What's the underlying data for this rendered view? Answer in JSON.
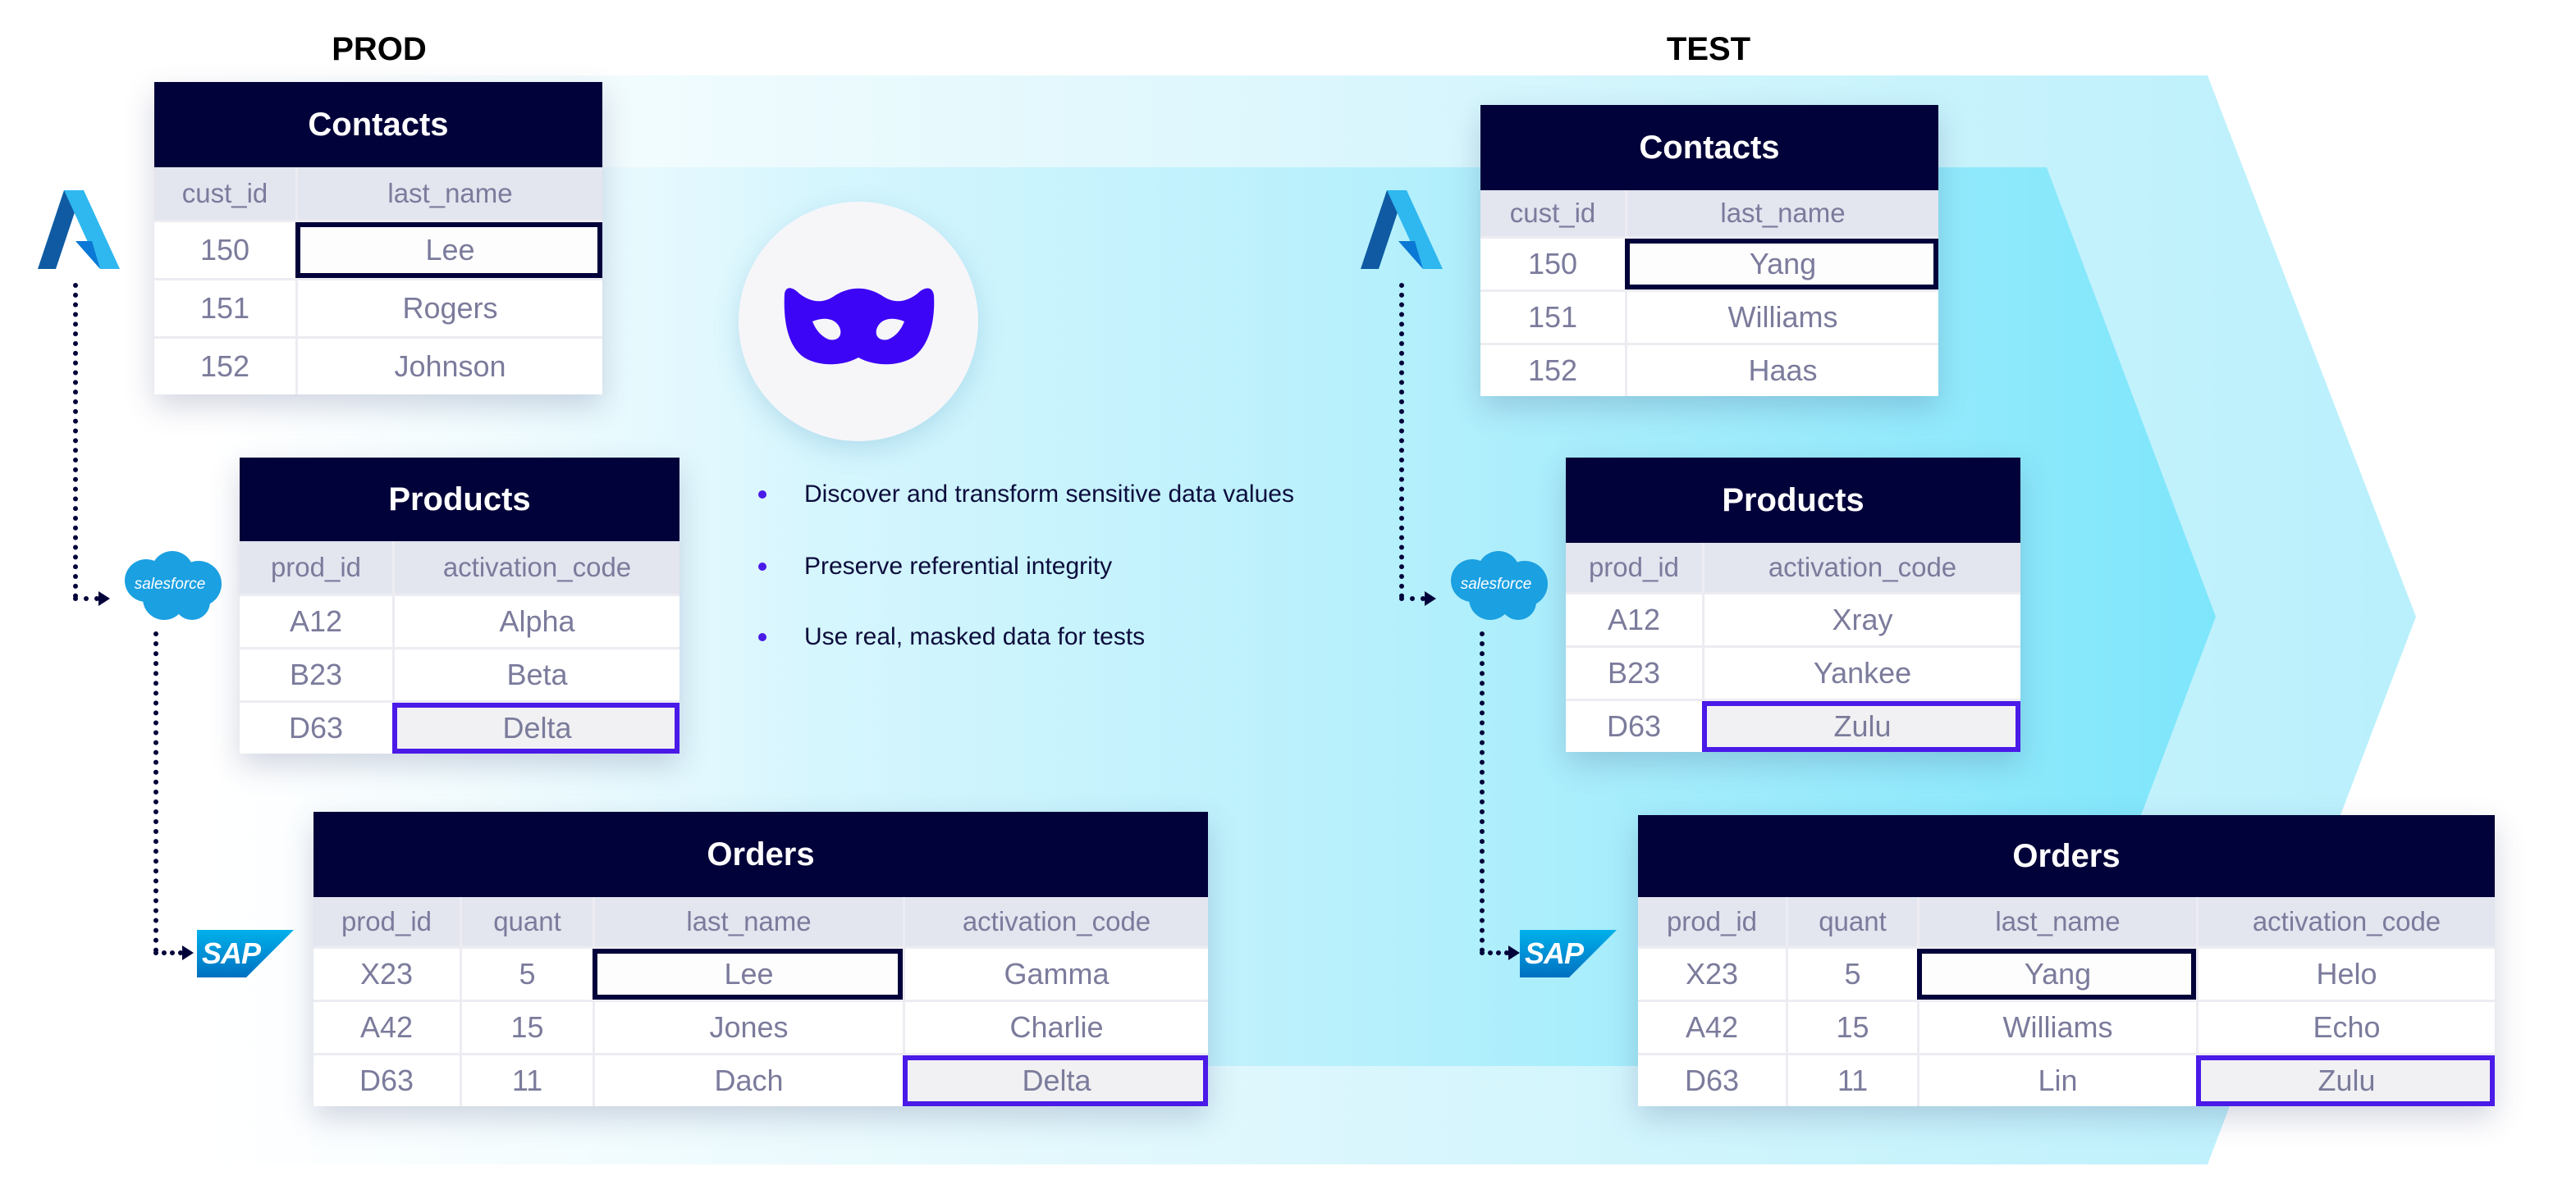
{
  "prod": {
    "label": "PROD",
    "contacts": {
      "title": "Contacts",
      "columns": [
        "cust_id",
        "last_name"
      ],
      "rows": [
        [
          "150",
          "Lee"
        ],
        [
          "151",
          "Rogers"
        ],
        [
          "152",
          "Johnson"
        ]
      ]
    },
    "products": {
      "title": "Products",
      "columns": [
        "prod_id",
        "activation_code"
      ],
      "rows": [
        [
          "A12",
          "Alpha"
        ],
        [
          "B23",
          "Beta"
        ],
        [
          "D63",
          "Delta"
        ]
      ]
    },
    "orders": {
      "title": "Orders",
      "columns": [
        "prod_id",
        "quant",
        "last_name",
        "activation_code"
      ],
      "rows": [
        [
          "X23",
          "5",
          "Lee",
          "Gamma"
        ],
        [
          "A42",
          "15",
          "Jones",
          "Charlie"
        ],
        [
          "D63",
          "11",
          "Dach",
          "Delta"
        ]
      ]
    }
  },
  "test": {
    "label": "TEST",
    "contacts": {
      "title": "Contacts",
      "columns": [
        "cust_id",
        "last_name"
      ],
      "rows": [
        [
          "150",
          "Yang"
        ],
        [
          "151",
          "Williams"
        ],
        [
          "152",
          "Haas"
        ]
      ]
    },
    "products": {
      "title": "Products",
      "columns": [
        "prod_id",
        "activation_code"
      ],
      "rows": [
        [
          "A12",
          "Xray"
        ],
        [
          "B23",
          "Yankee"
        ],
        [
          "D63",
          "Zulu"
        ]
      ]
    },
    "orders": {
      "title": "Orders",
      "columns": [
        "prod_id",
        "quant",
        "last_name",
        "activation_code"
      ],
      "rows": [
        [
          "X23",
          "5",
          "Yang",
          "Helo"
        ],
        [
          "A42",
          "15",
          "Williams",
          "Echo"
        ],
        [
          "D63",
          "11",
          "Lin",
          "Zulu"
        ]
      ]
    }
  },
  "bullets": [
    "Discover and transform sensitive data values",
    "Preserve referential integrity",
    "Use real, masked data for tests"
  ],
  "logos": {
    "salesforce": "salesforce",
    "sap": "SAP"
  },
  "colors": {
    "header": "#02023a",
    "accent": "#4a1ae8",
    "cyan": "#7ee6fb"
  }
}
